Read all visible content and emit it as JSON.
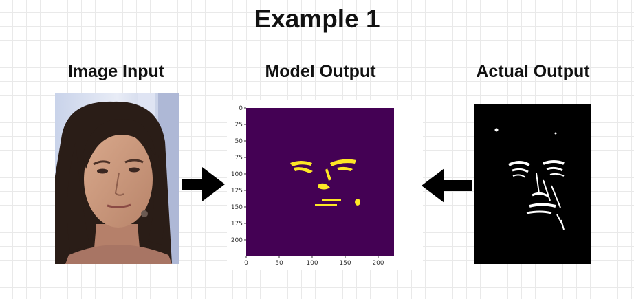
{
  "title": "Example 1",
  "headings": {
    "input": "Image Input",
    "model": "Model Output",
    "actual": "Actual Output"
  },
  "plot": {
    "y_ticks": [
      "0",
      "25",
      "50",
      "75",
      "100",
      "125",
      "150",
      "175",
      "200"
    ],
    "x_ticks": [
      "0",
      "50",
      "100",
      "150",
      "200"
    ],
    "colors": {
      "background": "#440154",
      "features": "#fde725"
    }
  },
  "colors": {
    "arrow": "#000000",
    "mask_background": "#000000",
    "mask_features": "#ffffff"
  },
  "icons": {
    "arrow_right": "arrow-right-icon",
    "arrow_left": "arrow-left-icon"
  }
}
